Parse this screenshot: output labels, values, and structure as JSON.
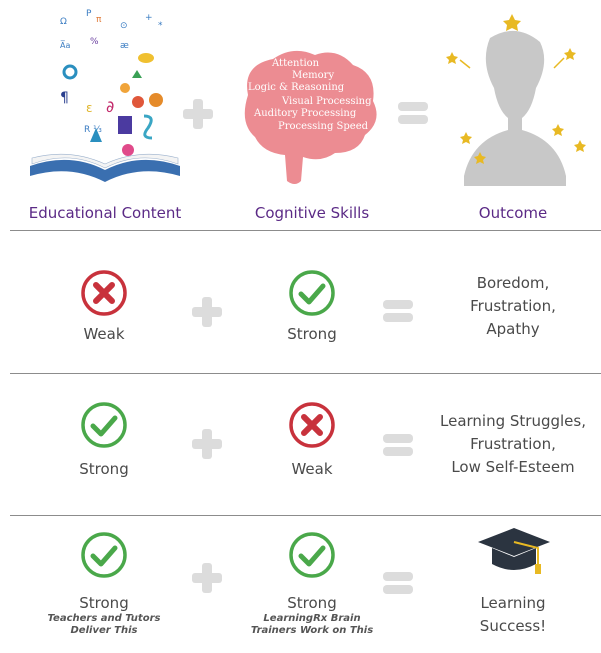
{
  "headers": {
    "educational_content": "Educational Content",
    "cognitive_skills": "Cognitive Skills",
    "outcome": "Outcome"
  },
  "brain_skills": [
    "Attention",
    "Memory",
    "Logic & Reasoning",
    "Visual Processing",
    "Auditory Processing",
    "Processing Speed"
  ],
  "rows": [
    {
      "content": "Weak",
      "skills": "Strong",
      "outcome": [
        "Boredom,",
        "Frustration,",
        "Apathy"
      ]
    },
    {
      "content": "Strong",
      "skills": "Weak",
      "outcome": [
        "Learning Struggles,",
        "Frustration,",
        "Low Self-Esteem"
      ]
    },
    {
      "content": "Strong",
      "content_note": "Teachers and Tutors Deliver This",
      "skills": "Strong",
      "skills_note": "LearningRx Brain Trainers Work on This",
      "outcome": [
        "Learning",
        "Success!"
      ]
    }
  ],
  "colors": {
    "header": "#5b2a86",
    "check": "#4aa84a",
    "cross": "#c8323c",
    "brain": "#ec8c92",
    "silhouette": "#c8c8c8",
    "star": "#e8b923",
    "op": "#dcdcdc"
  }
}
